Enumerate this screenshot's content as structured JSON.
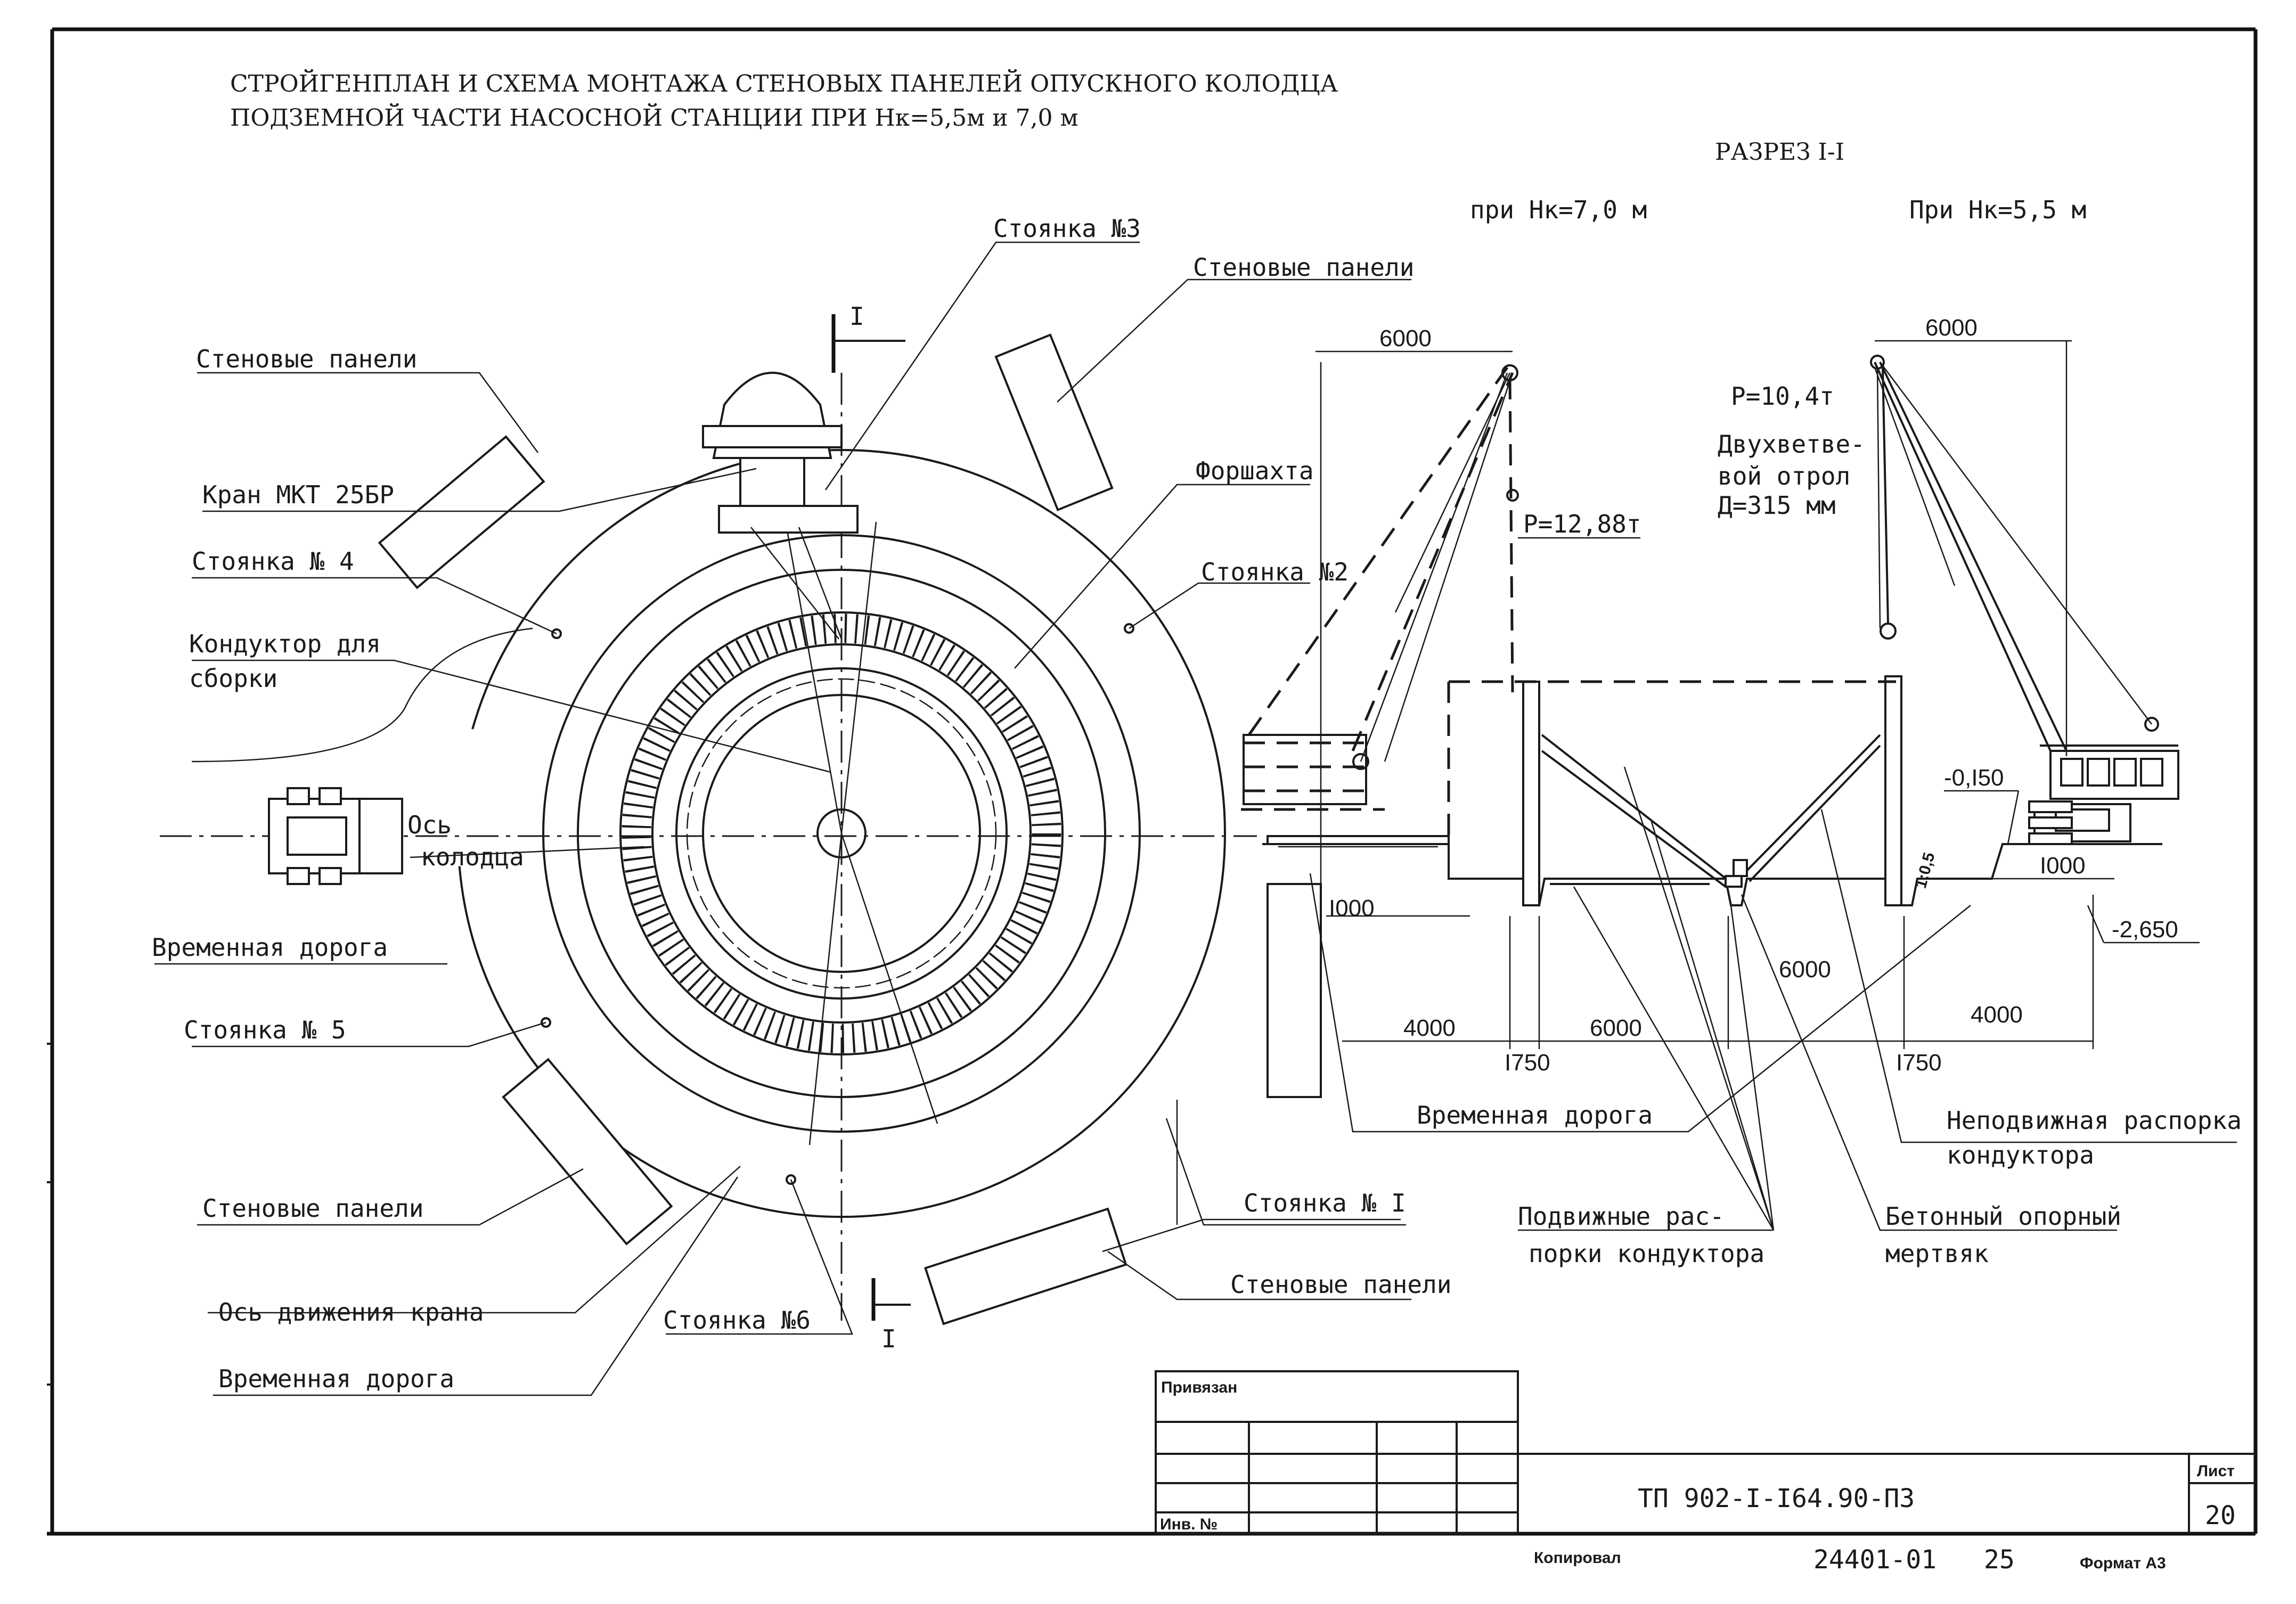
{
  "title": {
    "line1": "СТРОЙГЕНПЛАН И СХЕМА МОНТАЖА СТЕНОВЫХ ПАНЕЛЕЙ ОПУСКНОГО КОЛОДЦА",
    "line2": "ПОДЗЕМНОЙ ЧАСТИ НАСОСНОЙ СТАНЦИИ ПРИ Нк=5,5м и 7,0 м"
  },
  "plan": {
    "labels": {
      "stoyanka3": "Стоянка №3",
      "stenovye_top_right": "Стеновые панели",
      "stenovye_top_left": "Стеновые панели",
      "kran": "Кран МКТ 25БР",
      "forshakhta": "Форшахта",
      "stoyanka4": "Стоянка № 4",
      "stoyanka2": "Стоянка №2",
      "konduktor_1": "Кондуктор для",
      "konduktor_2": "сборки",
      "os_kolodtsa_1": "Ось",
      "os_kolodtsa_2": "колодца",
      "vremennaya_doroga_left": "Временная дорога",
      "stoyanka5": "Стоянка № 5",
      "stenovye_bottom_left": "Стеновые панели",
      "stoyanka1": "Стоянка № I",
      "stenovye_bottom_right": "Стеновые панели",
      "os_dvizheniya": "Ось движения крана",
      "stoyanka6": "Стоянка №6",
      "vremennaya_doroga_bottom": "Временная дорога",
      "section_mark_top": "I",
      "section_mark_bottom": "I"
    }
  },
  "section": {
    "title": "РАЗРЕЗ I-I",
    "case_left": "при Нк=7,0 м",
    "case_right": "При Нк=5,5 м",
    "load_left": "Р=12,88т",
    "load_right": "Р=10,4т",
    "block_1": "Двухветве-",
    "block_2": "вой отрол",
    "block_3": "Д=315 мм",
    "dims": {
      "d6000_left": "6000",
      "d6000_right": "6000",
      "d1000_left": "I000",
      "d1000_right": "I000",
      "d4000_left": "4000",
      "d6000_bottom": "6000",
      "d6000_mid": "6000",
      "d4000_right": "4000",
      "d1750_left": "I750",
      "d1750_right": "I750",
      "lvl_top": "-0,I50",
      "lvl_bottom": "-2,650",
      "slope": "1:0,5"
    },
    "labels": {
      "vremennaya_doroga": "Временная дорога",
      "nepodvizhnaya_1": "Неподвижная распорка",
      "nepodvizhnaya_2": "кондуктора",
      "podvizhnye_1": "Подвижные рас-",
      "podvizhnye_2": "порки кондуктора",
      "betonny_1": "Бетонный опорный",
      "betonny_2": "мертвяк"
    }
  },
  "titleblock": {
    "privyazan": "Привязан",
    "inv_no": "Инв. №",
    "code": "ТП 902-I-I64.90-ПЗ",
    "list_label": "Лист",
    "list_number": "20",
    "kopiroval": "Копировал",
    "archive_no": "24401-01",
    "archive_sub": "25",
    "format": "Формат А3"
  }
}
